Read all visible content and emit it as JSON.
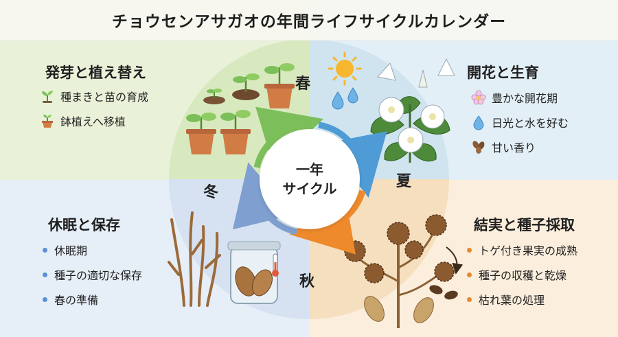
{
  "title": "チョウセンアサガオの年間ライフサイクルカレンダー",
  "center": {
    "line1": "一年",
    "line2": "サイクル"
  },
  "seasons": {
    "spring": "春",
    "summer": "夏",
    "autumn": "秋",
    "winter": "冬"
  },
  "spring": {
    "heading": "発芽と植え替え",
    "items": [
      "種まきと苗の育成",
      "鉢植えへ移植"
    ],
    "icons": [
      "seedling-icon",
      "potted-plant-icon"
    ]
  },
  "summer": {
    "heading": "開花と生育",
    "items": [
      "豊かな開花期",
      "日光と水を好む",
      "甘い香り"
    ],
    "icons": [
      "flower-icon",
      "water-drop-icon",
      "seeds-icon"
    ]
  },
  "winter": {
    "heading": "休眠と保存",
    "items": [
      "休眠期",
      "種子の適切な保存",
      "春の準備"
    ]
  },
  "autumn": {
    "heading": "結実と種子採取",
    "items": [
      "トゲ付き果実の成熟",
      "種子の収穫と乾燥",
      "枯れ葉の処理"
    ]
  },
  "colors": {
    "spring": "#e9f2d9",
    "summer": "#e3eff6",
    "winter": "#e6eef7",
    "autumn": "#fbeedc",
    "arrow_green": "#7cbf5a",
    "arrow_blue": "#4f9bd6",
    "arrow_orange": "#ef8a2c",
    "arrow_slate": "#7f9fd0",
    "bullet_blue": "#5b8fd6",
    "bullet_orange": "#e58a2c"
  }
}
